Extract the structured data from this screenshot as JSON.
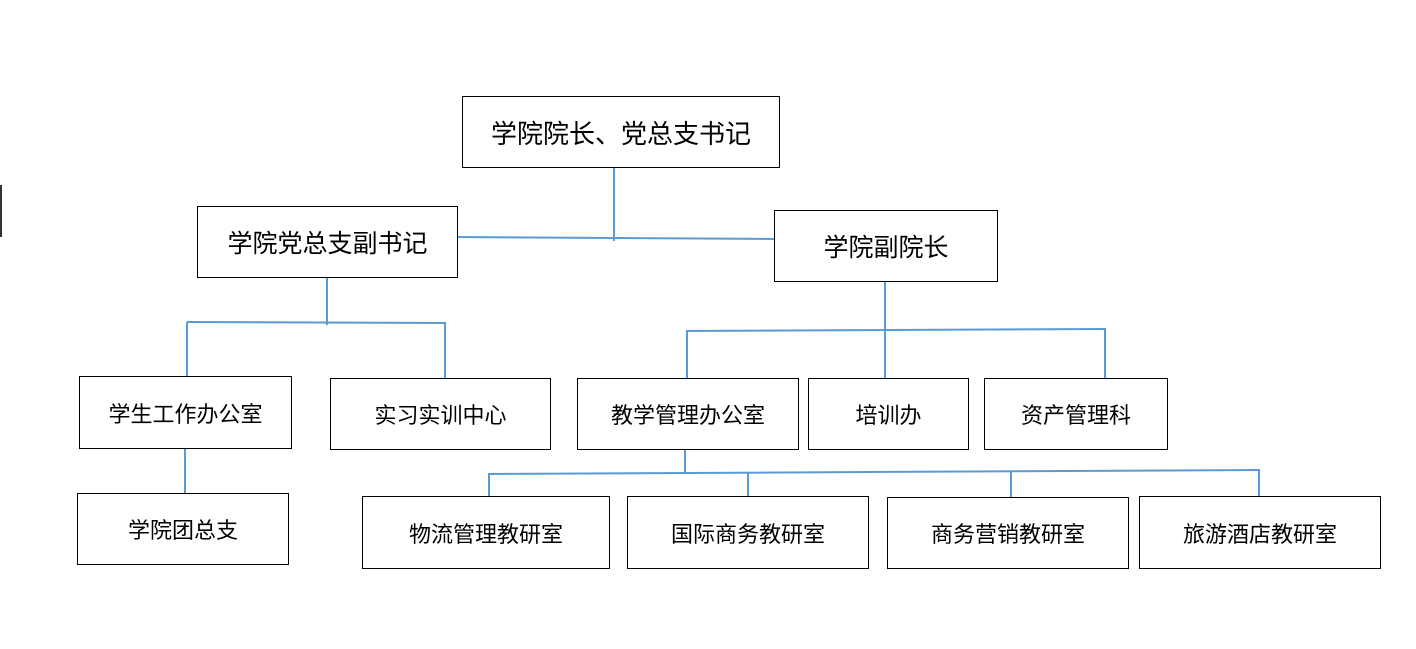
{
  "org_chart": {
    "root": {
      "label": "学院院长、党总支书记"
    },
    "party_deputy": {
      "label": "学院党总支副书记"
    },
    "vice_dean": {
      "label": "学院副院长"
    },
    "student_affairs": {
      "label": "学生工作办公室"
    },
    "internship_center": {
      "label": "实习实训中心"
    },
    "teaching_office": {
      "label": "教学管理办公室"
    },
    "training_office": {
      "label": "培训办"
    },
    "asset_section": {
      "label": "资产管理科"
    },
    "youth_league": {
      "label": "学院团总支"
    },
    "logistics_lab": {
      "label": "物流管理教研室"
    },
    "intl_business_lab": {
      "label": "国际商务教研室"
    },
    "marketing_lab": {
      "label": "商务营销教研室"
    },
    "tourism_lab": {
      "label": "旅游酒店教研室"
    }
  },
  "colors": {
    "connector": "#5b9bd5",
    "box_border": "#000000"
  }
}
